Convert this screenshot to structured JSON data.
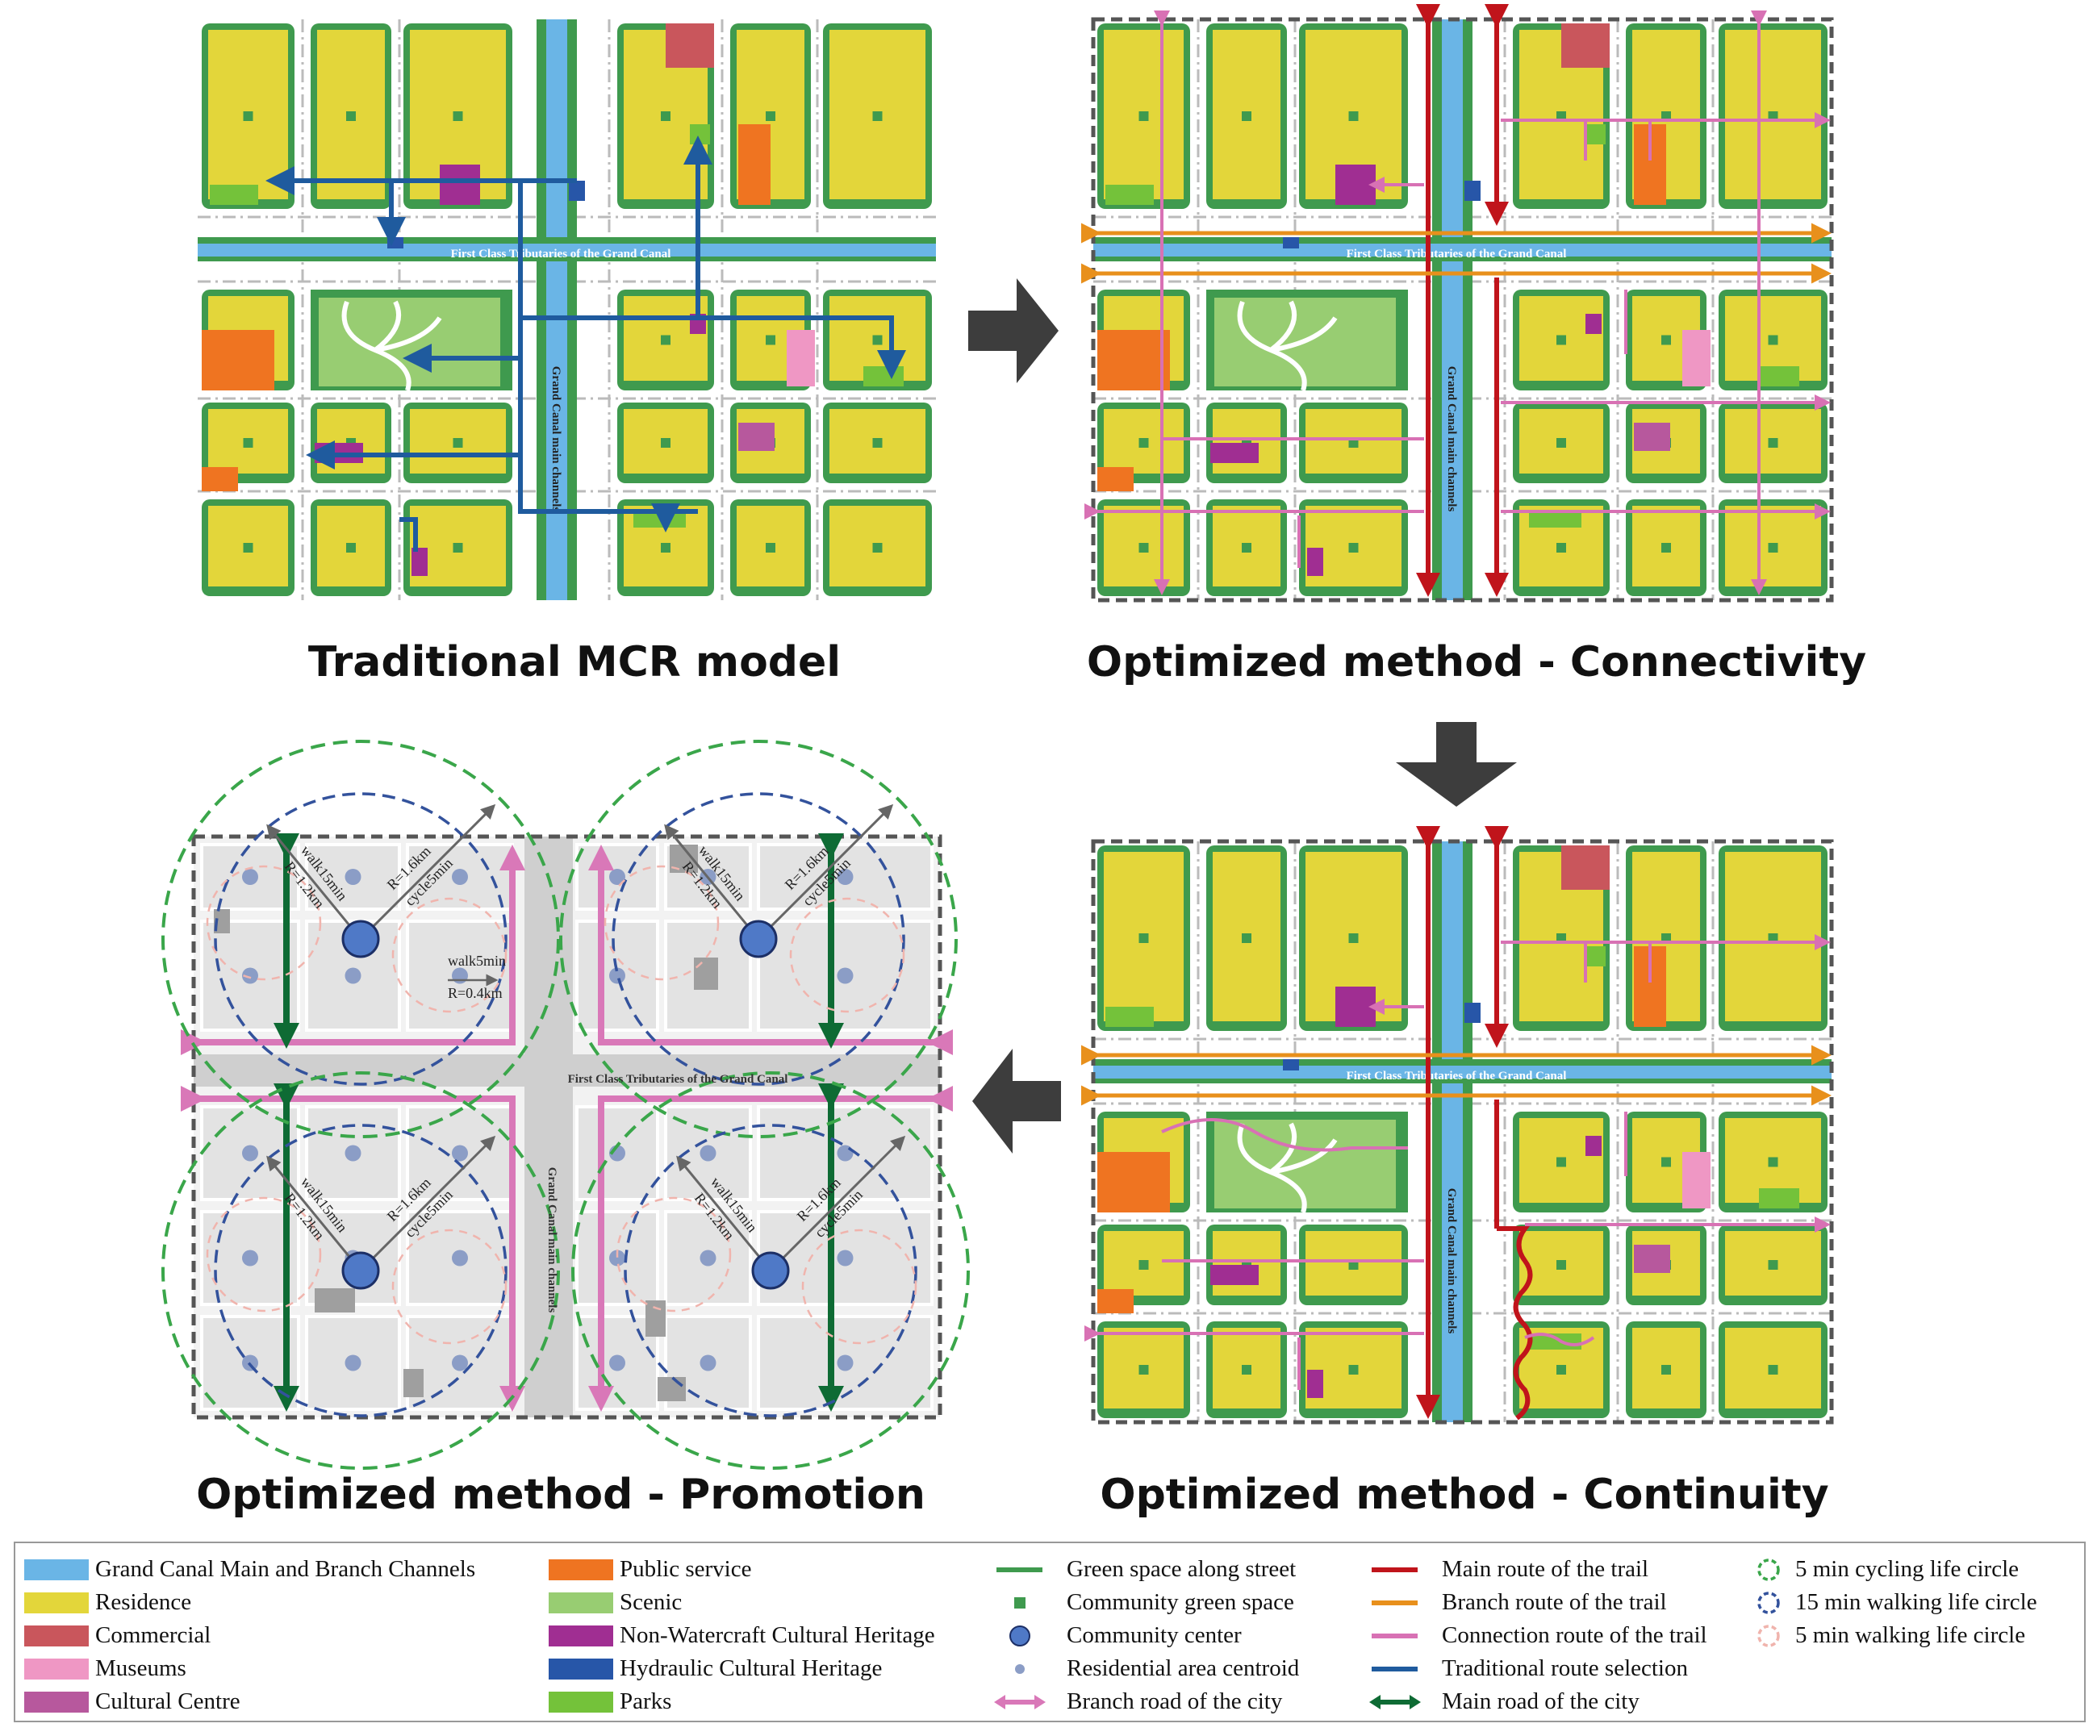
{
  "panels": [
    {
      "title": "Traditional MCR model"
    },
    {
      "title": "Optimized method - Connectivity"
    },
    {
      "title": "Optimized method - Promotion"
    },
    {
      "title": "Optimized method - Continuity"
    }
  ],
  "map_labels": {
    "tributary": "First Class Tributaries of the Grand Canal",
    "main_channel": "Grand Canal main channels"
  },
  "promotion_labels": {
    "walk15": "walk15min",
    "r12": "R=1.2km",
    "r16": "R=1.6km",
    "cycle5": "cycle5min",
    "walk5": "walk5min",
    "r04": "R=0.4km"
  },
  "colors": {
    "canal": "#6ab5e6",
    "residence": "#e3d63a",
    "commercial": "#c9565c",
    "museum": "#ef97c4",
    "cultural_centre": "#b7589d",
    "public_service": "#ef7421",
    "scenic": "#98cd72",
    "non_watercraft_heritage": "#a02e92",
    "hydraulic_heritage": "#2756a8",
    "parks": "#74c23a",
    "green_street": "#3f9a4e",
    "trail_main": "#c0141b",
    "trail_branch": "#e8901c",
    "trail_connection": "#d871b4",
    "traditional_route": "#1f5b9e",
    "main_road": "#0e6b34",
    "branch_road": "#d978b8"
  },
  "legend": {
    "col1": [
      {
        "label": "Grand Canal Main and Branch Channels",
        "color": "#6ab5e6",
        "icon": "swatch"
      },
      {
        "label": "Residence",
        "color": "#e3d63a",
        "icon": "swatch"
      },
      {
        "label": "Commercial",
        "color": "#c9565c",
        "icon": "swatch"
      },
      {
        "label": "Museums",
        "color": "#ef97c4",
        "icon": "swatch"
      },
      {
        "label": "Cultural Centre",
        "color": "#b7589d",
        "icon": "swatch"
      }
    ],
    "col2": [
      {
        "label": "Public service",
        "color": "#ef7421",
        "icon": "swatch"
      },
      {
        "label": "Scenic",
        "color": "#98cd72",
        "icon": "swatch"
      },
      {
        "label": "Non-Watercraft Cultural Heritage",
        "color": "#a02e92",
        "icon": "swatch"
      },
      {
        "label": "Hydraulic Cultural Heritage",
        "color": "#2756a8",
        "icon": "swatch"
      },
      {
        "label": "Parks",
        "color": "#74c23a",
        "icon": "swatch"
      }
    ],
    "col3": [
      {
        "label": "Green space along street",
        "color": "#3f9a4e",
        "icon": "line"
      },
      {
        "label": "Community green space",
        "color": "#3f9a4e",
        "icon": "small-square"
      },
      {
        "label": "Community center",
        "color": "#4f79c7",
        "icon": "circle"
      },
      {
        "label": "Residential area centroid",
        "color": "#8b9dc6",
        "icon": "dot"
      },
      {
        "label": "Branch road of the city",
        "color": "#d978b8",
        "icon": "double-arrow"
      }
    ],
    "col4": [
      {
        "label": "Main route of the trail",
        "color": "#c0141b",
        "icon": "line"
      },
      {
        "label": "Branch route of the trail",
        "color": "#e8901c",
        "icon": "line"
      },
      {
        "label": "Connection route of the trail",
        "color": "#d871b4",
        "icon": "line"
      },
      {
        "label": "Traditional route selection",
        "color": "#1f5b9e",
        "icon": "line"
      },
      {
        "label": "Main road of the city",
        "color": "#0e6b34",
        "icon": "double-arrow"
      }
    ],
    "col5": [
      {
        "label": "5 min cycling life circle",
        "color": "#3aa64a",
        "icon": "dashed-circle"
      },
      {
        "label": "15 min walking life circle",
        "color": "#33529c",
        "icon": "dashed-circle"
      },
      {
        "label": "5 min walking life circle",
        "color": "#f0b4ad",
        "icon": "dashed-circle"
      }
    ]
  }
}
